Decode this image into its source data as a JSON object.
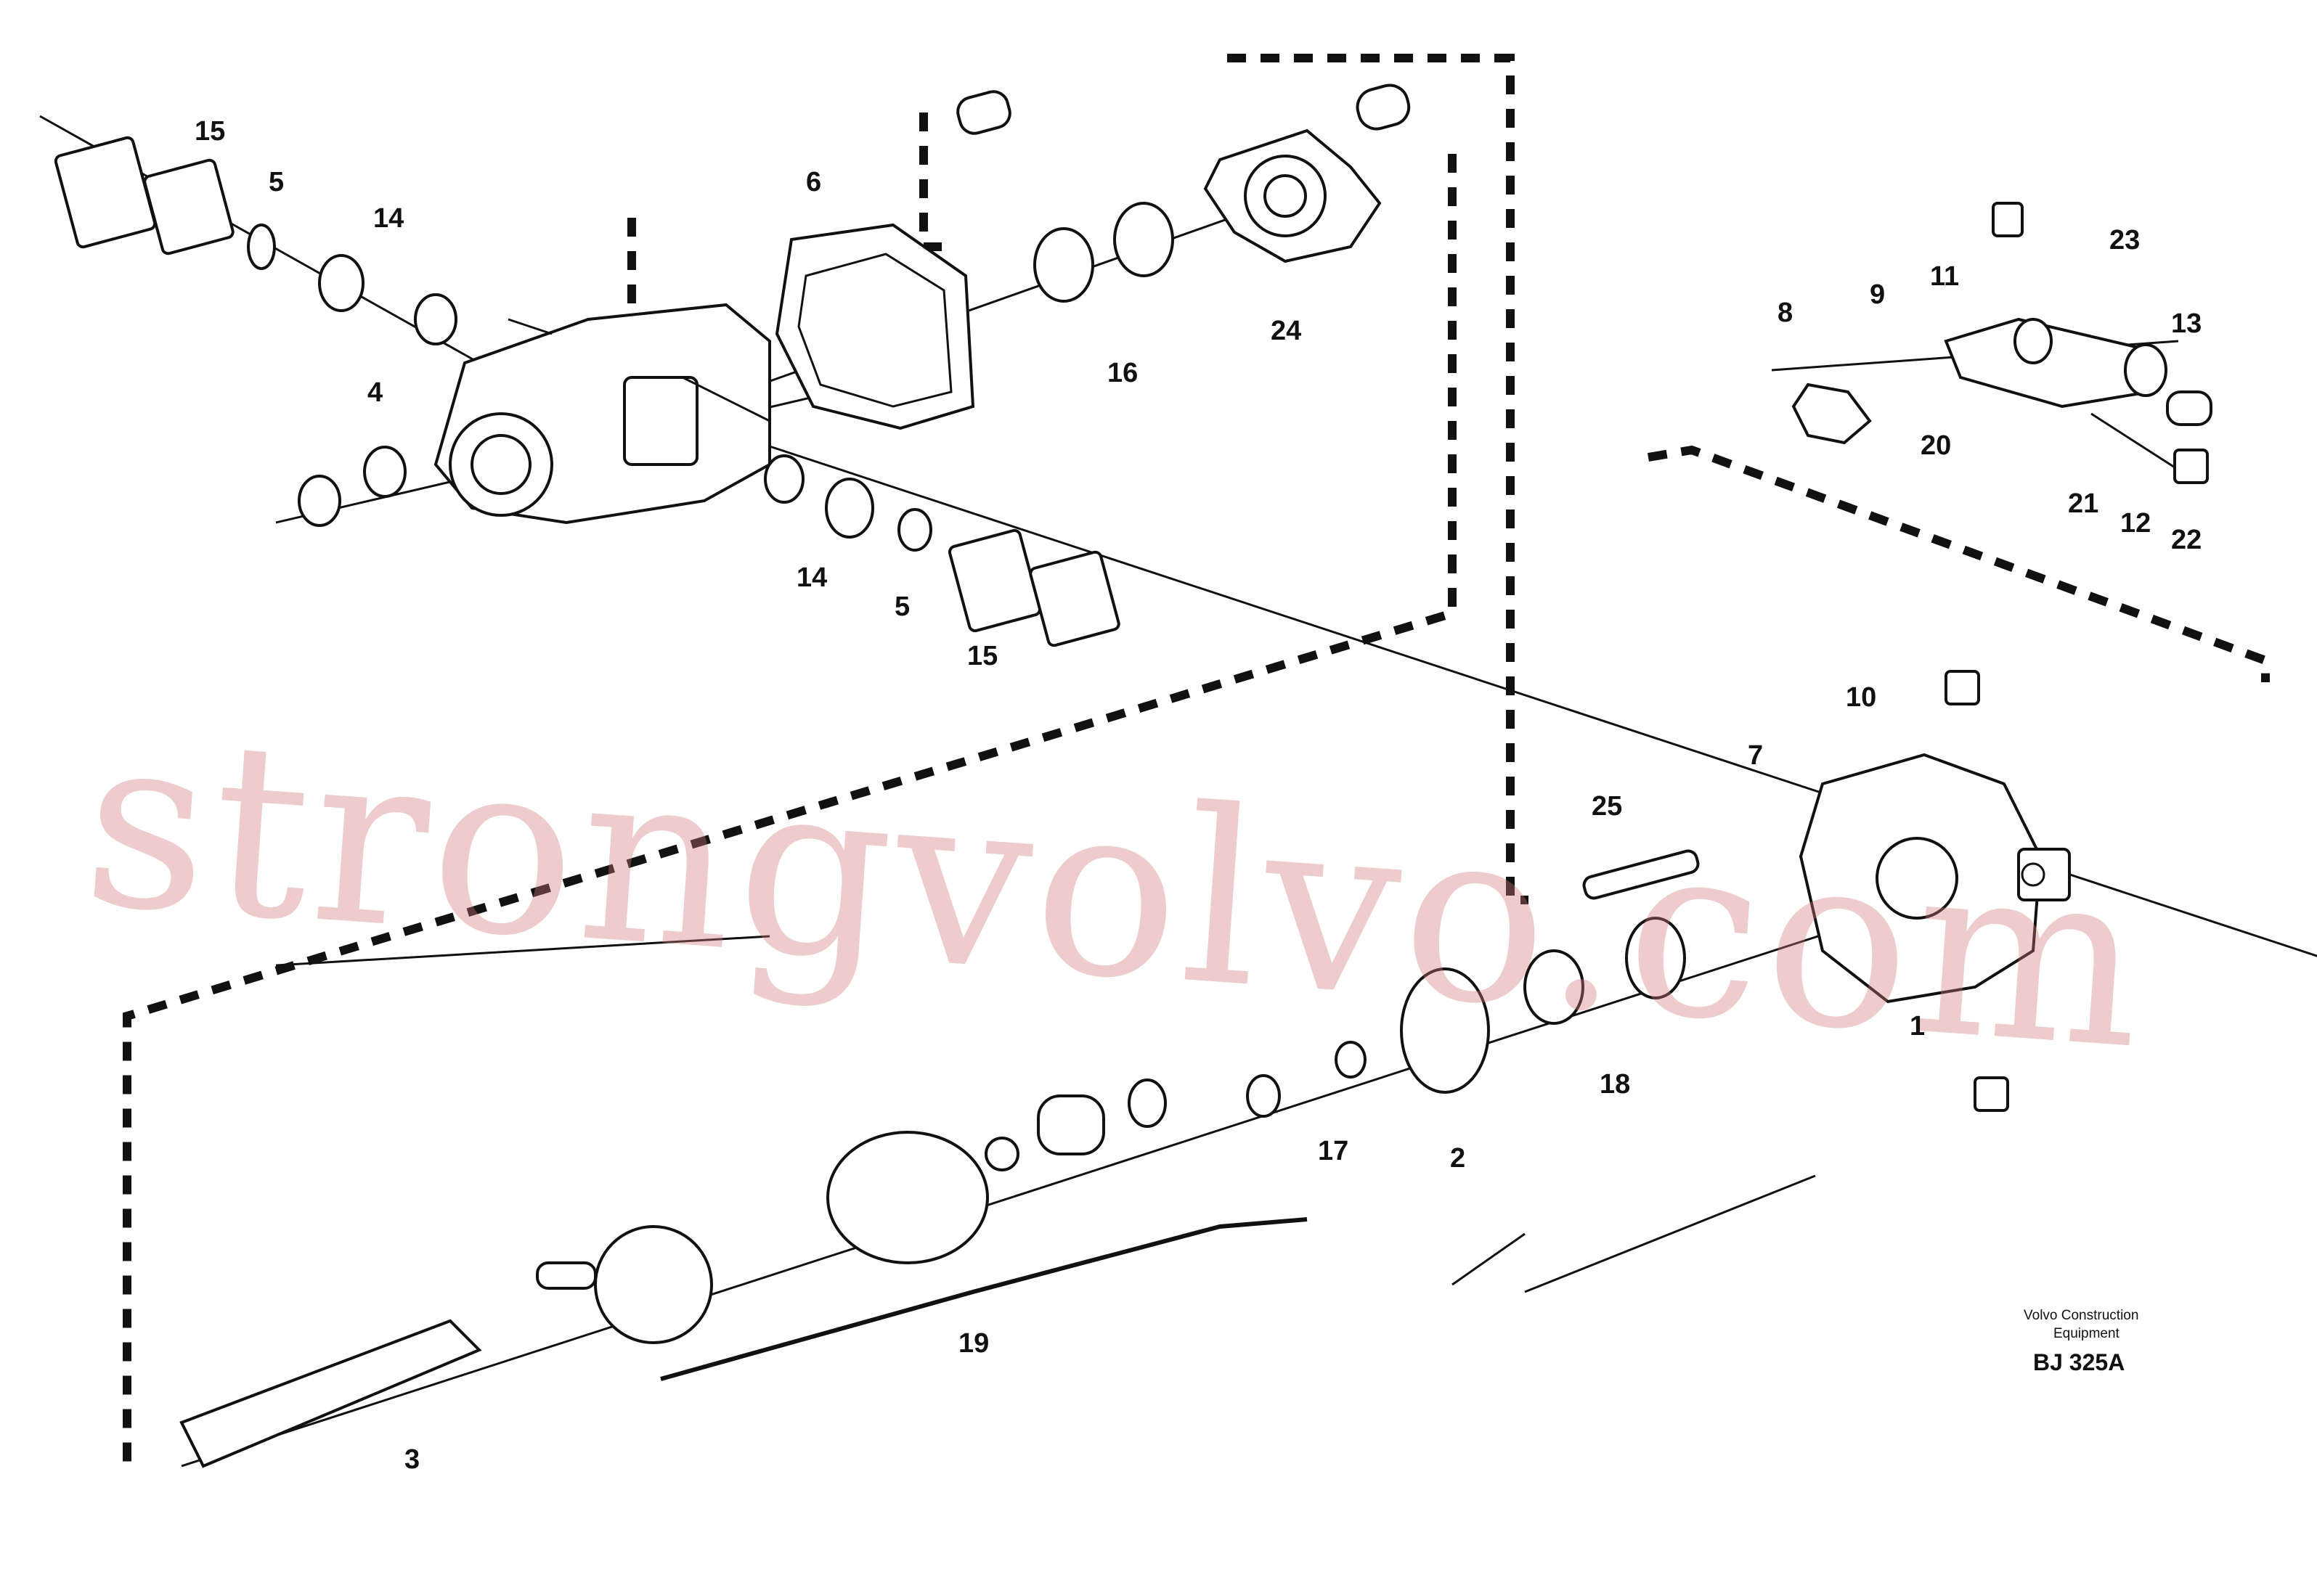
{
  "diagram": {
    "callouts": [
      "15",
      "5",
      "14",
      "6",
      "24",
      "16",
      "4",
      "14",
      "5",
      "15",
      "11",
      "23",
      "8",
      "9",
      "13",
      "20",
      "21",
      "12",
      "22",
      "10",
      "7",
      "25",
      "1",
      "18",
      "2",
      "17",
      "19",
      "3"
    ],
    "credit_line1": "Volvo Construction",
    "credit_line2": "Equipment",
    "drawing_code": "BJ 325A",
    "watermark": "strongvolvo.com"
  }
}
